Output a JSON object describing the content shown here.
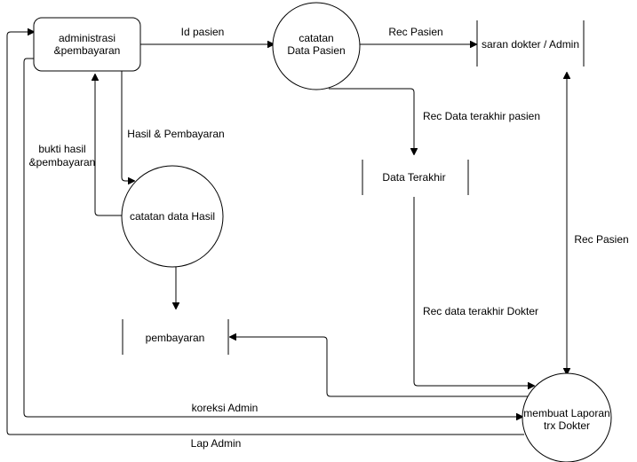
{
  "entities": {
    "administrasi": {
      "line1": "administrasi",
      "line2": "&pembayaran"
    },
    "membuat_laporan": {
      "line1": "membuat Laporan",
      "line2": "trx Dokter"
    }
  },
  "processes": {
    "catatan_data_pasien": {
      "line1": "catatan",
      "line2": "Data Pasien"
    },
    "catatan_data_hasil": {
      "label": "catatan data Hasil"
    }
  },
  "stores": {
    "saran_dokter": {
      "label": "saran dokter / Admin"
    },
    "data_terakhir": {
      "label": "Data Terakhir"
    },
    "pembayaran": {
      "label": "pembayaran"
    }
  },
  "flows": {
    "id_pasien": "Id pasien",
    "rec_pasien_top": "Rec Pasien",
    "rec_data_terakhir_pasien": "Rec Data terakhir pasien",
    "hasil_pembayaran": "Hasil & Pembayaran",
    "bukti_hasil_line1": "bukti hasil",
    "bukti_hasil_line2": "&pembayaran",
    "rec_pasien_right": "Rec Pasien",
    "rec_data_terakhir_dokter": "Rec data terakhir Dokter",
    "koreksi_admin": "koreksi Admin",
    "lap_admin": "Lap Admin"
  }
}
